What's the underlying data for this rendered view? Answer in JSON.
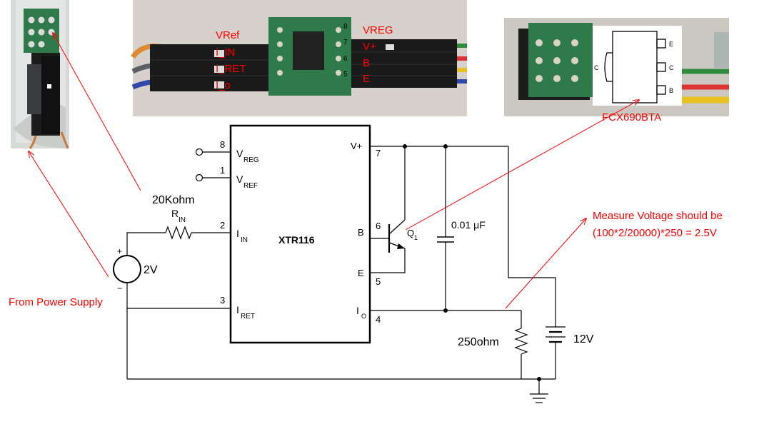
{
  "chip": {
    "name": "XTR116"
  },
  "pins": {
    "vreg": {
      "num": "8",
      "label": "V",
      "sub": "REG"
    },
    "vref": {
      "num": "1",
      "label": "V",
      "sub": "REF"
    },
    "iin": {
      "num": "2",
      "label": "I",
      "sub": "IN"
    },
    "iret": {
      "num": "3",
      "label": "I",
      "sub": "RET"
    },
    "vplus": {
      "num": "7",
      "label": "V+"
    },
    "b": {
      "num": "6",
      "label": "B"
    },
    "e": {
      "num": "5",
      "label": "E"
    },
    "io": {
      "num": "4",
      "label": "I",
      "sub": "O"
    }
  },
  "components": {
    "rin": {
      "label": "R",
      "sub": "IN",
      "value": "20Kohm"
    },
    "source": {
      "value": "2V",
      "plus": "+",
      "minus": "−"
    },
    "transistor": {
      "label": "Q",
      "sub": "1"
    },
    "cap": {
      "value": "0.01 μF"
    },
    "rload": {
      "value": "250ohm"
    },
    "battery": {
      "value": "12V"
    }
  },
  "annotations": {
    "power_supply": "From Power Supply",
    "measure_line1": "Measure Voltage should be",
    "measure_line2": "(100*2/20000)*250 = 2.5V",
    "part_number": "FCX690BTA"
  },
  "photo_board": {
    "left_labels": [
      "VRef",
      "I_IN",
      "I_RET",
      "I_o"
    ],
    "right_labels": [
      "VREG",
      "V+",
      "B",
      "E"
    ],
    "pin_numbers": [
      "8",
      "7",
      "6",
      "5"
    ]
  },
  "package": {
    "pins": [
      "E",
      "C",
      "B"
    ],
    "tab": "C"
  }
}
